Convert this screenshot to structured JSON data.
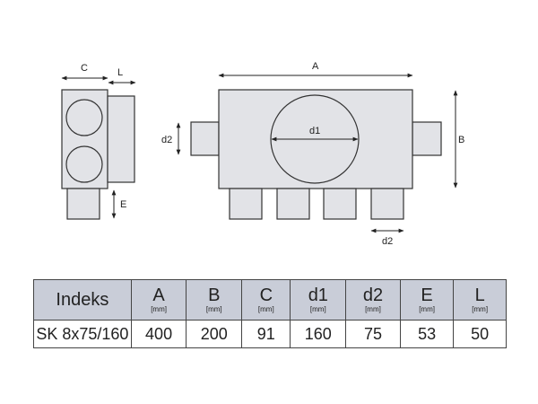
{
  "drawing": {
    "side_view": {
      "dim_C": "C",
      "dim_L": "L",
      "dim_E": "E"
    },
    "front_view": {
      "dim_A": "A",
      "dim_B": "B",
      "dim_d1": "d1",
      "dim_d2_left": "d2",
      "dim_d2_bottom": "d2"
    }
  },
  "table": {
    "headers": [
      {
        "label": "Indeks",
        "unit": ""
      },
      {
        "label": "A",
        "unit": "[mm]"
      },
      {
        "label": "B",
        "unit": "[mm]"
      },
      {
        "label": "C",
        "unit": "[mm]"
      },
      {
        "label": "d1",
        "unit": "[mm]"
      },
      {
        "label": "d2",
        "unit": "[mm]"
      },
      {
        "label": "E",
        "unit": "[mm]"
      },
      {
        "label": "L",
        "unit": "[mm]"
      }
    ],
    "rows": [
      [
        "SK 8x75/160",
        "400",
        "200",
        "91",
        "160",
        "75",
        "53",
        "50"
      ]
    ]
  },
  "colors": {
    "header_bg": "#c9cdd8",
    "box_fill": "#e2e3e7",
    "line": "#333333"
  }
}
